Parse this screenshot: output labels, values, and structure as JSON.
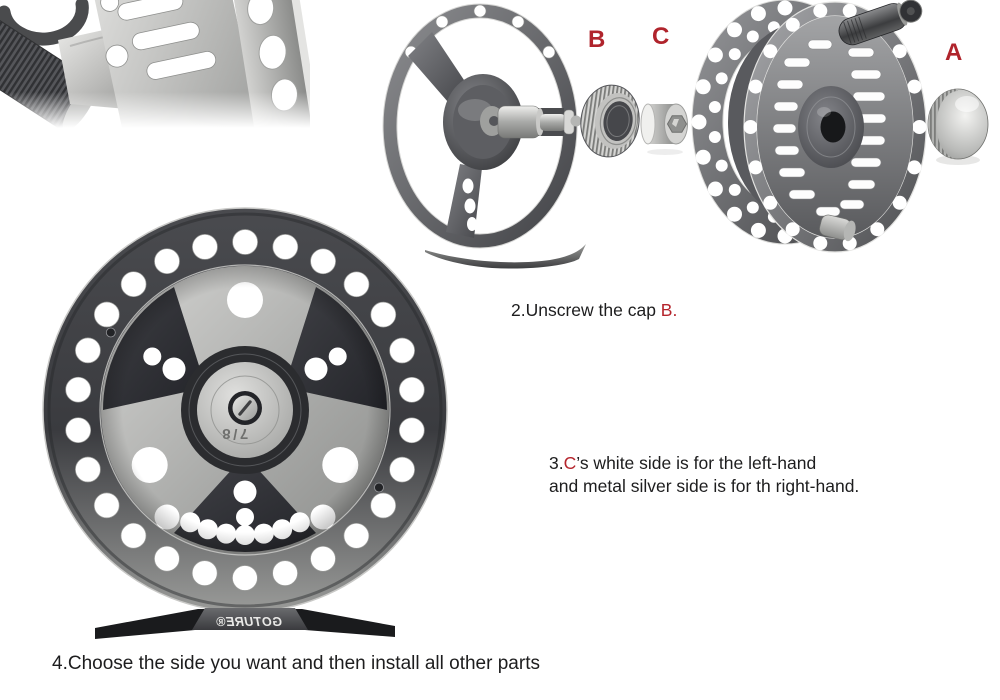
{
  "labels": {
    "a": "A",
    "b": "B",
    "c": "C"
  },
  "instructions": {
    "step2": {
      "text": "2.Unscrew the cap ",
      "highlight": "B."
    },
    "step3": {
      "prefix": "3.",
      "highlight": "C",
      "line1_rest": "’s white side is for the left-hand",
      "line2": "and metal silver side is for th right-hand."
    },
    "step4": "4.Choose the side you want and then install all other parts"
  },
  "reel": {
    "hub_marking": "7/8",
    "brand": "GOTURE®"
  },
  "colors": {
    "highlight_red": "#b5242c",
    "text": "#1d1d1e",
    "metal_silver": "#b9bab8",
    "metal_dark": "#3a3b3f",
    "background": "#ffffff"
  }
}
